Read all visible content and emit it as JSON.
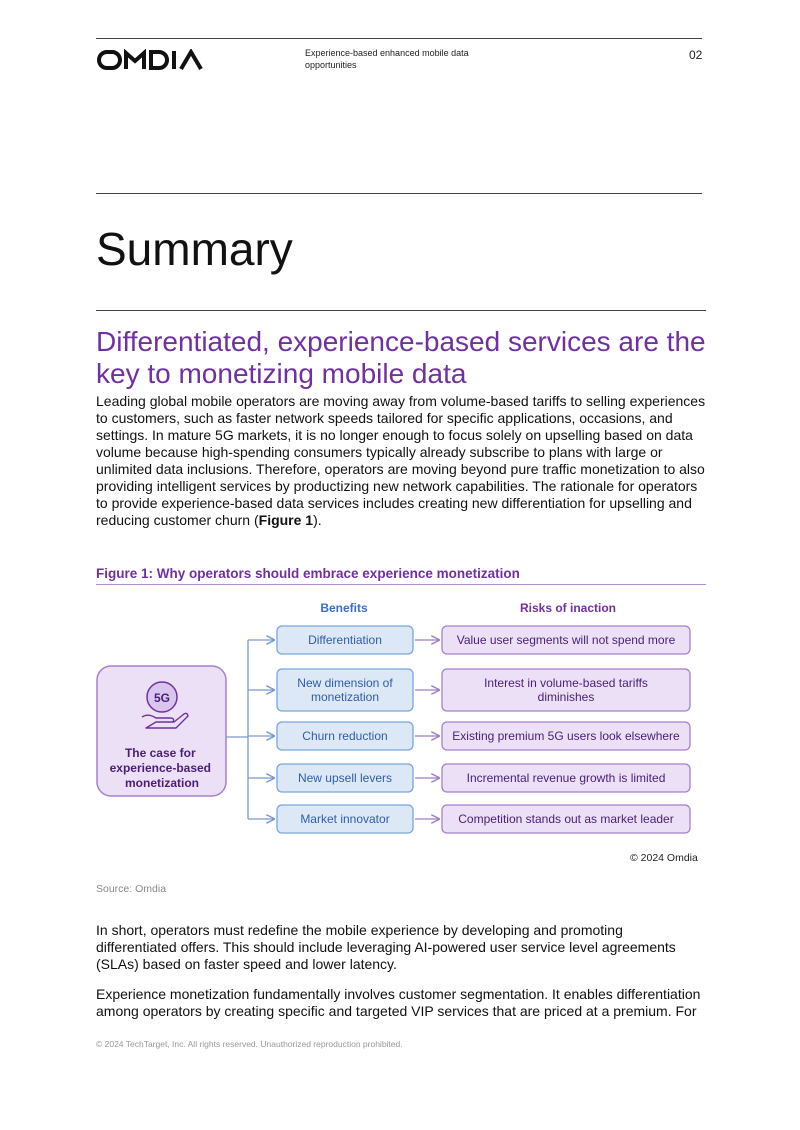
{
  "header": {
    "logo_text": "OMDIA",
    "doc_title": "Experience-based enhanced mobile data opportunities",
    "page_number": "02"
  },
  "page_title": "Summary",
  "section": {
    "heading": "Differentiated, experience-based services are the key to monetizing mobile data",
    "intro_paragraph_before": "Leading global mobile operators are moving away from volume-based tariffs to selling experiences to customers, such as faster network speeds tailored for specific applications, occasions, and settings. In mature 5G markets, it is no longer enough to focus solely on upselling based on data volume because high-spending consumers typically already subscribe to plans with large or unlimited data inclusions. Therefore, operators are moving beyond pure traffic monetization to also providing intelligent services by productizing new network capabilities. The rationale for operators to provide experience-based data services includes creating new differentiation for upselling and reducing customer churn (",
    "intro_figure_ref": "Figure 1",
    "intro_paragraph_after": ").",
    "paragraph_2": "In short, operators must redefine the mobile experience by developing and promoting differentiated offers. This should include leveraging AI-powered user service level agreements (SLAs) based on faster speed and lower latency.",
    "paragraph_3": "Experience monetization fundamentally involves customer segmentation. It enables differentiation among operators by creating specific and targeted VIP services that are priced at a premium. For"
  },
  "figure": {
    "title": "Figure 1: Why operators should embrace experience monetization",
    "badge": "5G",
    "case_label": "The case for experience-based monetization",
    "benefits_header": "Benefits",
    "risks_header": "Risks of inaction",
    "rows": [
      {
        "benefit": "Differentiation",
        "risk": "Value user segments will not spend more"
      },
      {
        "benefit": "New dimension of monetization",
        "risk": "Interest in volume-based tariffs diminishes"
      },
      {
        "benefit": "Churn reduction",
        "risk": "Existing premium 5G users look elsewhere"
      },
      {
        "benefit": "New upsell levers",
        "risk": "Incremental revenue growth is limited"
      },
      {
        "benefit": "Market innovator",
        "risk": "Competition stands out as market leader"
      }
    ],
    "copyright": "© 2024 Omdia",
    "source": "Source: Omdia",
    "colors": {
      "accent": "#7030a0",
      "benefit_fill": "#dde8f6",
      "benefit_stroke": "#7aa6dc",
      "risk_fill": "#ebe0f5",
      "risk_stroke": "#a580cc"
    }
  },
  "footer": {
    "text": "© 2024 TechTarget, Inc. All rights reserved. Unauthorized reproduction prohibited."
  }
}
